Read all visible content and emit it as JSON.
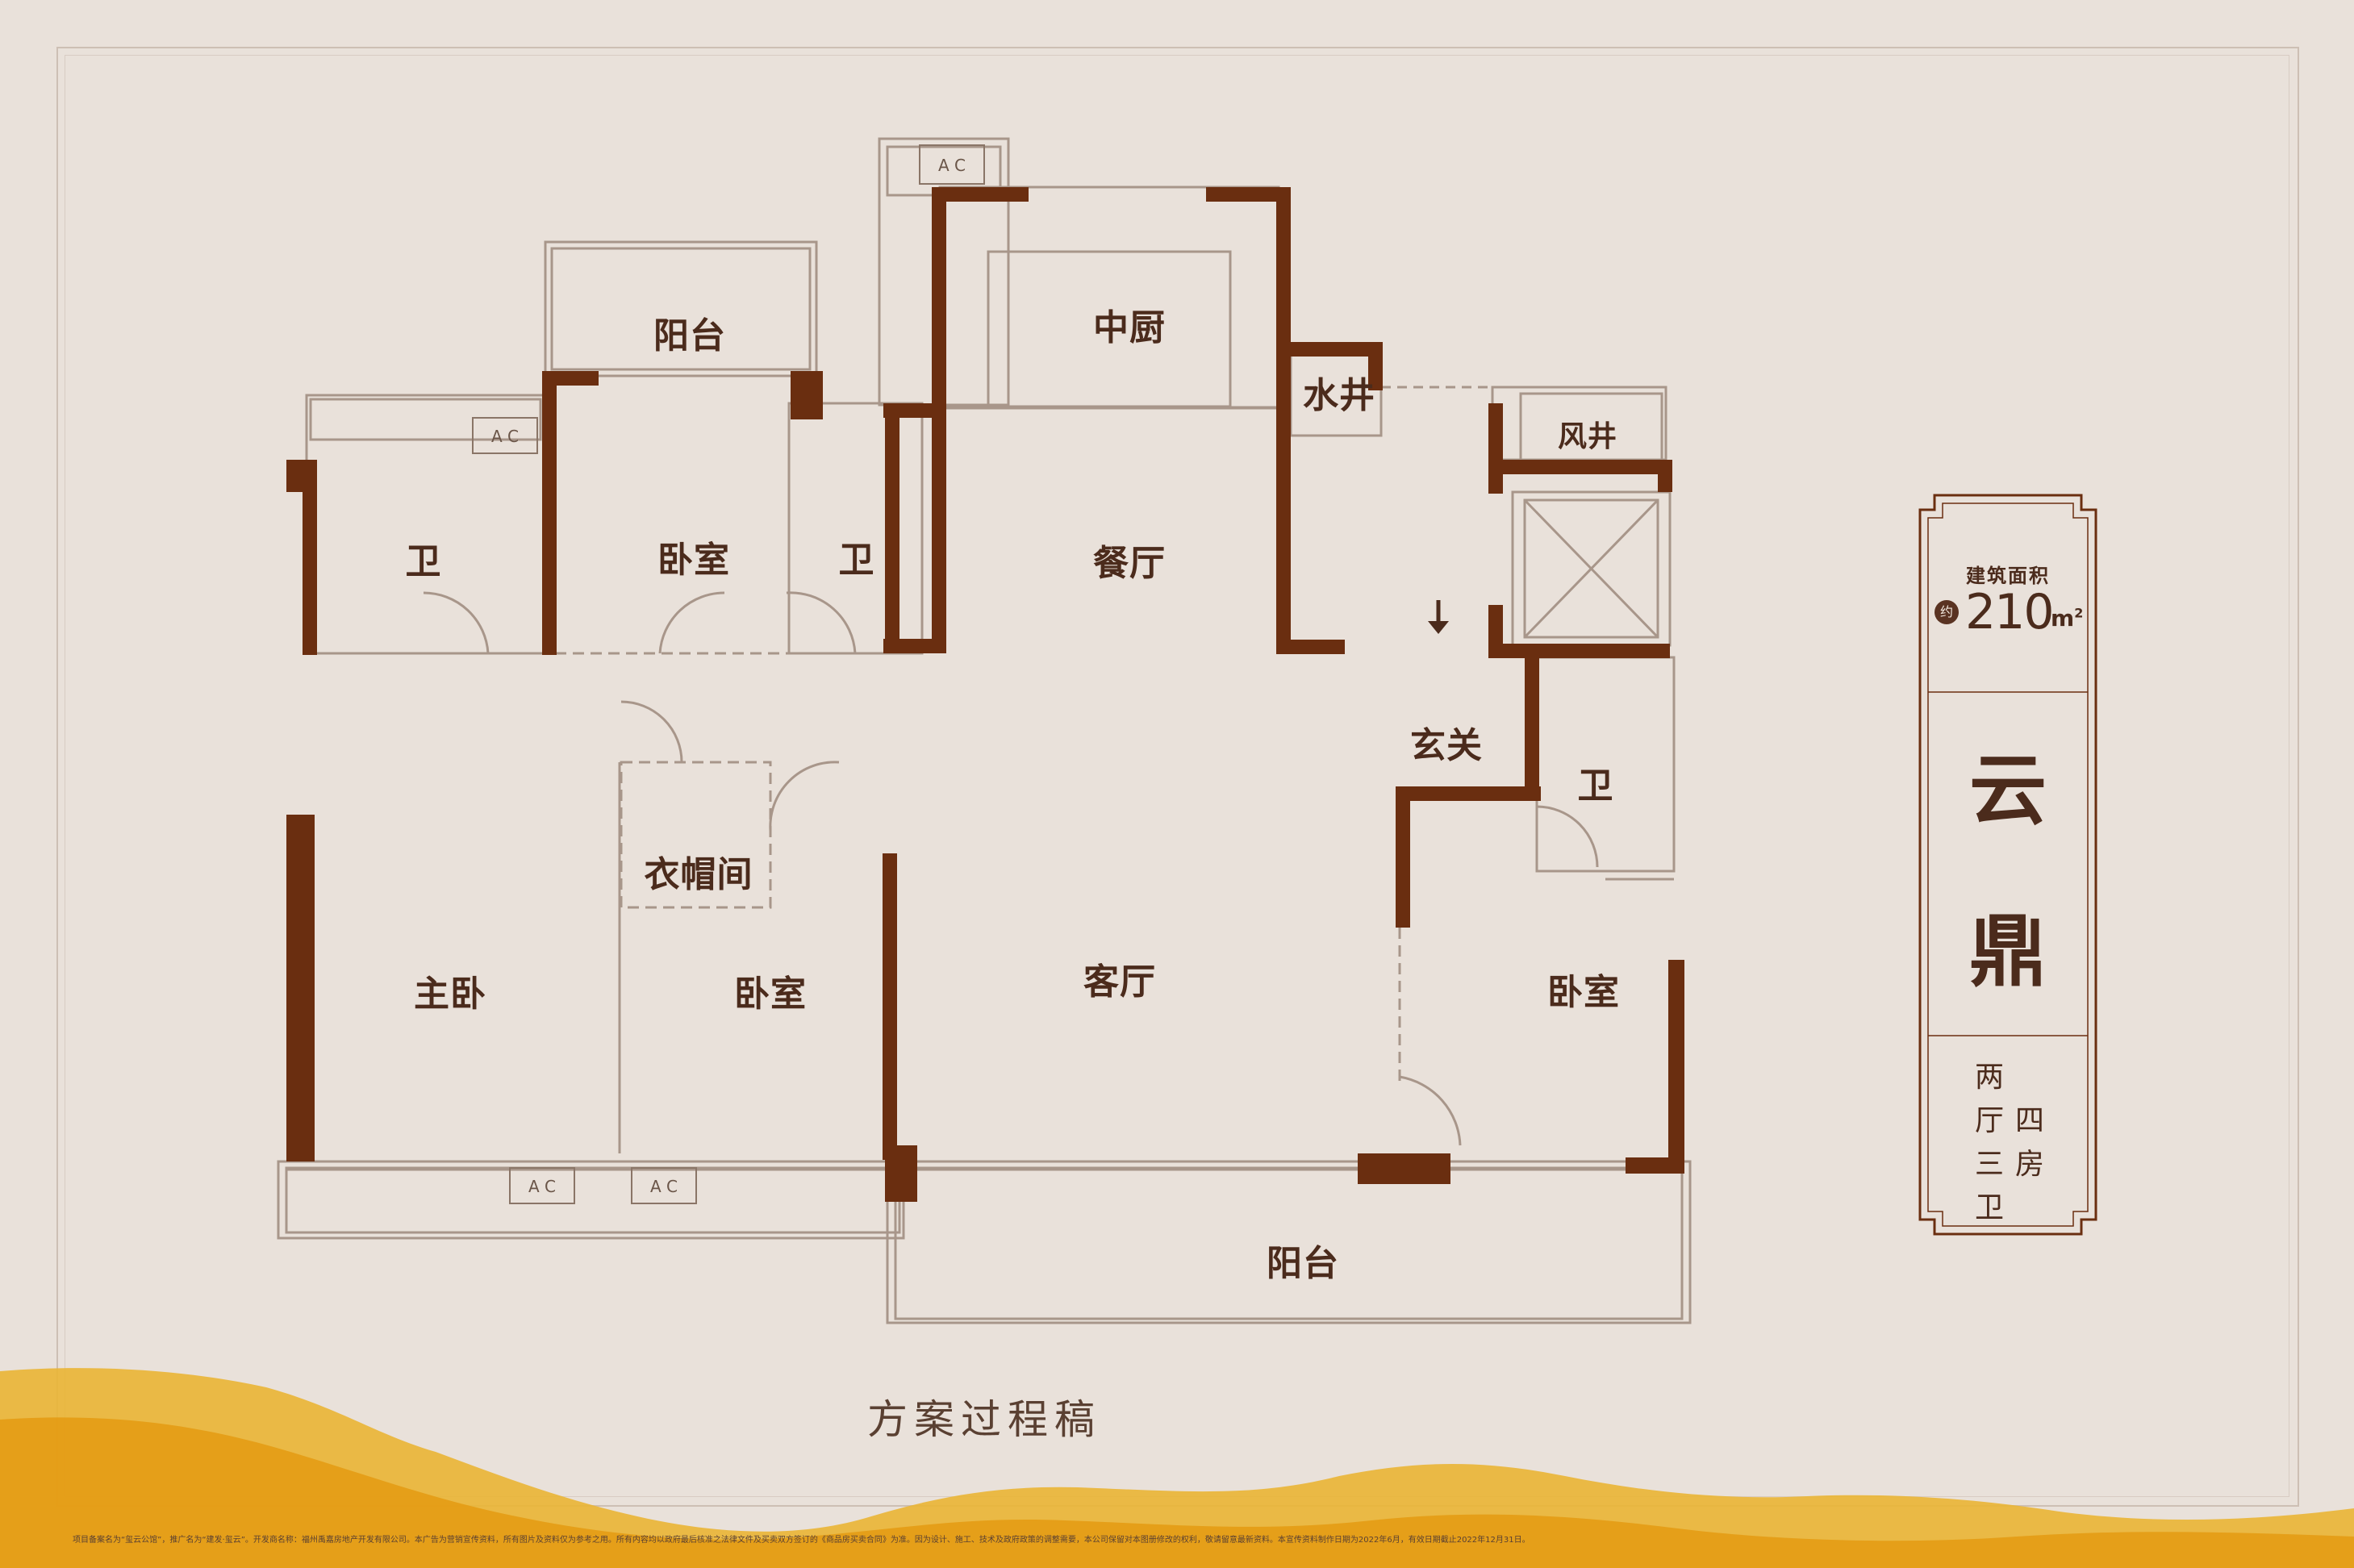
{
  "plan": {
    "rooms": {
      "balcony_north": "阳台",
      "kitchen": "中厨",
      "water_shaft": "水井",
      "air_shaft": "风井",
      "bath_west": "卫",
      "bedroom_north": "卧室",
      "bath_mid": "卫",
      "dining": "餐厅",
      "foyer": "玄关",
      "bath_east": "卫",
      "closet": "衣帽间",
      "master_bedroom": "主卧",
      "bedroom_south": "卧室",
      "living_room": "客厅",
      "bedroom_east": "卧室",
      "balcony_south": "阳台"
    },
    "ac_label": "A C",
    "draft_note": "方案过程稿"
  },
  "info": {
    "area_title": "建筑面积",
    "area_approx": "约",
    "area_value": "210",
    "area_unit": "m",
    "area_unit_exp": "2",
    "name_chars": [
      "云",
      "鼎"
    ],
    "layout_chars": [
      "两",
      "厅",
      "三",
      "卫",
      "四",
      "房"
    ]
  },
  "disclaimer": "项目备案名为“玺云公馆”，推广名为“建发·玺云”。开发商名称：福州禹嘉房地产开发有限公司。本广告为营销宣传资料，所有图片及资料仅为参考之用。所有内容均以政府最后核准之法律文件及买卖双方签订的《商品房买卖合同》为准。因为设计、施工、技术及政府政策的调整需要，本公司保留对本图册修改的权利，敬请留意最新资料。本宣传资料制作日期为2022年6月，有效日期截止2022年12月31日。",
  "colors": {
    "background": "#e9e1da",
    "wall": "#6a2e10",
    "thin_line": "#a8968a",
    "text": "#4b2b1c",
    "mountain": "#e8a81d"
  }
}
